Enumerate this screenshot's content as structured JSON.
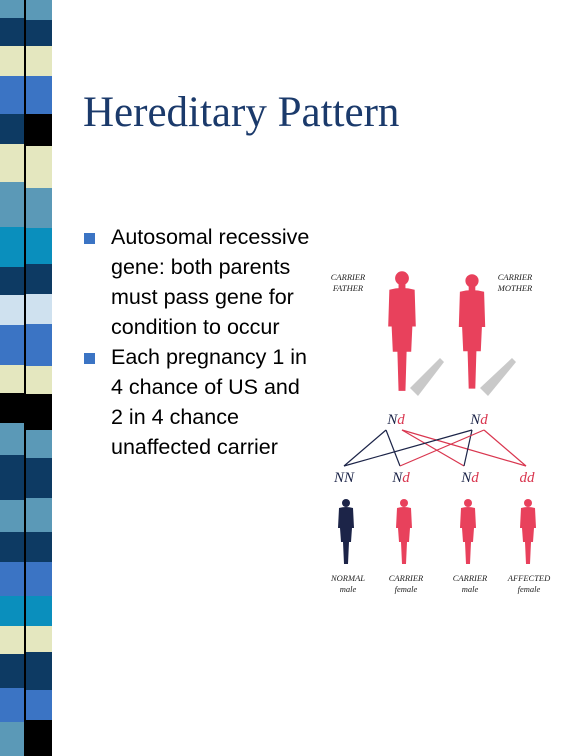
{
  "slide": {
    "title": "Hereditary Pattern",
    "bullets": [
      "Autosomal recessive gene: both parents must pass gene for condition to occur",
      "Each pregnancy 1 in 4 chance of US and  2 in 4 chance unaffected carrier"
    ]
  },
  "diagram": {
    "parents": [
      {
        "label_line1": "CARRIER",
        "label_line2": "FATHER",
        "genotype_a": "N",
        "genotype_b": "d"
      },
      {
        "label_line1": "CARRIER",
        "label_line2": "MOTHER",
        "genotype_a": "N",
        "genotype_b": "d"
      }
    ],
    "children": [
      {
        "genotype_a": "N",
        "genotype_b": "N",
        "label_line1": "NORMAL",
        "label_line2": "male"
      },
      {
        "genotype_a": "N",
        "genotype_b": "d",
        "label_line1": "CARRIER",
        "label_line2": "female"
      },
      {
        "genotype_a": "N",
        "genotype_b": "d",
        "label_line1": "CARRIER",
        "label_line2": "male"
      },
      {
        "genotype_a": "d",
        "genotype_b": "d",
        "label_line1": "AFFECTED",
        "label_line2": "female"
      }
    ]
  },
  "colors": {
    "accent_blue": "#3b74c4",
    "title_blue": "#1b3a6b",
    "carrier_pink": "#e8415c",
    "normal_navy": "#1c2448",
    "allele_red": "#d9364f"
  }
}
